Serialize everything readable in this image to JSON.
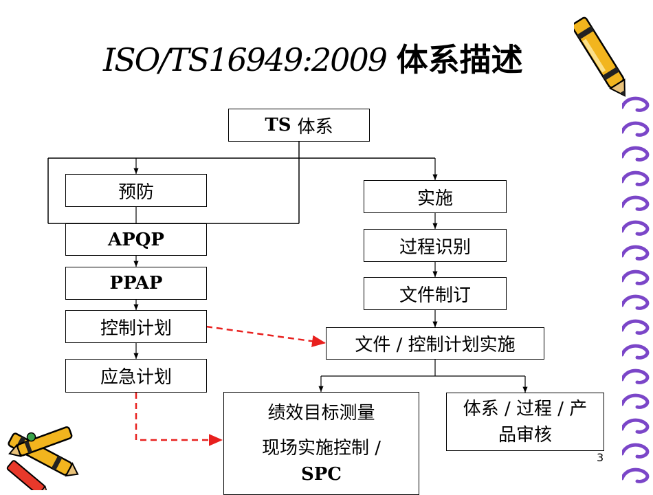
{
  "title": {
    "prefix": "ISO/TS16949:2009",
    "suffix": "体系描述"
  },
  "boxes": {
    "root_prefix": "TS",
    "root_suffix": "体系",
    "prevention": "预防",
    "apqp": "APQP",
    "ppap": "PPAP",
    "control_plan": "控制计划",
    "contingency_plan": "应急计划",
    "implementation": "实施",
    "process_identification": "过程识别",
    "document_making": "文件制订",
    "doc_control_impl": "文件 / 控制计划实施",
    "performance_line1": "绩效目标测量",
    "performance_line2": "现场实施控制 /",
    "performance_line3": "SPC",
    "audit_line1": "体系 / 过程 / 产",
    "audit_line2": "品审核"
  },
  "page_number": "3",
  "colors": {
    "line": "#000000",
    "dashed_arrow": "#e8201e",
    "crayon": "#f2b51e",
    "ring": "#7b46c8"
  },
  "icons": [
    "crayon-icon",
    "crayons-icon",
    "binder-rings-icon"
  ]
}
